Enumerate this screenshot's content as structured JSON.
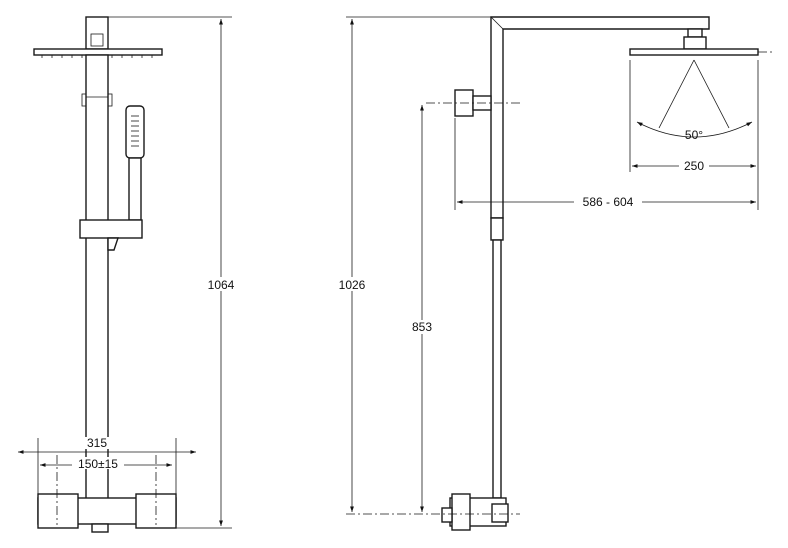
{
  "dimensions": {
    "overall_height_front": "1064",
    "overall_height_side": "1026",
    "outlet_height": "853",
    "projection": "586 - 604",
    "head_diameter": "250",
    "spray_angle": "50°",
    "mixer_width": "315",
    "connection_spacing": "150±15"
  }
}
